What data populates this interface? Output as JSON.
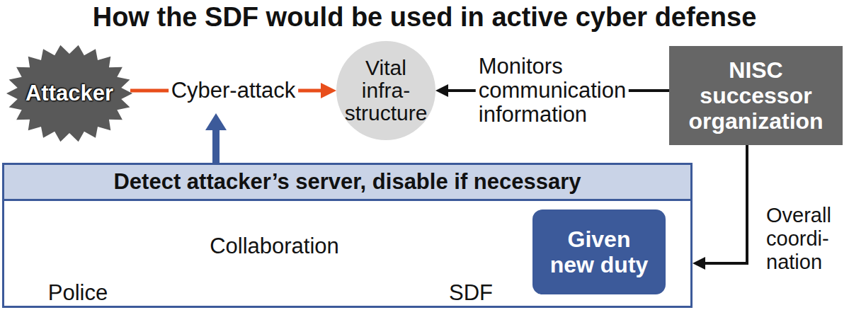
{
  "diagram": {
    "title": "How the SDF would be used in active cyber defense",
    "nodes": [
      {
        "text": [
          "Attacker"
        ]
      },
      {
        "text": [
          "Vital infra- structure"
        ]
      },
      {
        "text": [
          "NISC successor organization"
        ]
      },
      {
        "text": [
          "Detect attacker’s server, disable if necessary"
        ]
      },
      {
        "text": [
          "Police"
        ],
        "in": 3
      },
      {
        "text": [
          "SDF"
        ],
        "in": 3
      },
      {
        "text": [
          "Given new duty"
        ],
        "in": 3
      }
    ],
    "edges": [
      {
        "from": 0,
        "to": 1,
        "arrow": "to",
        "label": "Cyber-attack"
      },
      {
        "from": 2,
        "to": 1,
        "arrow": "to",
        "label": "Monitors communication information"
      },
      {
        "from": 4,
        "to": 5,
        "arrow": "both",
        "label": "Collaboration"
      },
      {
        "from": 2,
        "to": 3,
        "arrow": "to",
        "label": "Overall coordi- nation"
      }
    ]
  }
}
